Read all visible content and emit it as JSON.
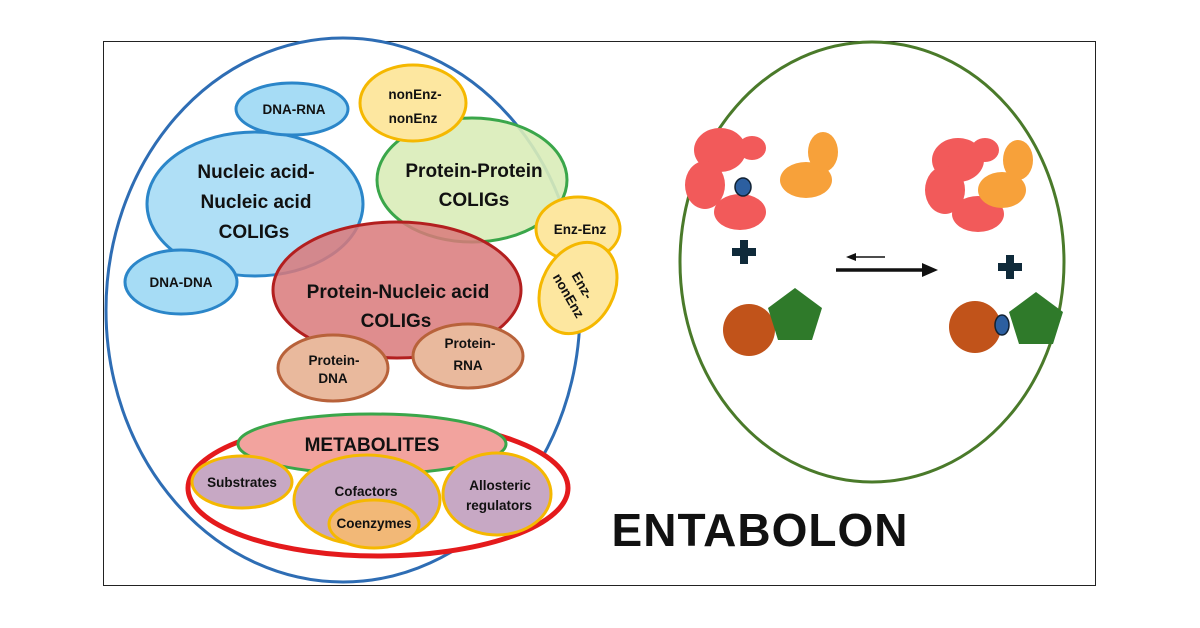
{
  "diagram": {
    "labels": {
      "dna_rna": "DNA-RNA",
      "nonenz_1": "nonEnz-",
      "nonenz_2": "nonEnz",
      "nucleic_1": "Nucleic acid-",
      "nucleic_2": "Nucleic acid",
      "nucleic_3": "COLIGs",
      "protprot_1": "Protein-Protein",
      "protprot_2": "COLIGs",
      "enzenz": "Enz-Enz",
      "enznon_1": "Enz-",
      "enznon_2": "nonEnz",
      "dna_dna": "DNA-DNA",
      "protnuc_1": "Protein-Nucleic acid",
      "protnuc_2": "COLIGs",
      "protdna_1": "Protein-",
      "protdna_2": "DNA",
      "protrna_1": "Protein-",
      "protrna_2": "RNA",
      "metabolites": "METABOLITES",
      "substrates": "Substrates",
      "cofactors": "Cofactors",
      "coenzymes": "Coenzymes",
      "allosteric_1": "Allosteric",
      "allosteric_2": "regulators"
    },
    "title": "ENTABOLON",
    "colors": {
      "outer_circle": "#2e6db4",
      "right_circle": "#4a7a2a",
      "metabolites_ring": "#e41a1c",
      "blue_fill": "#a6dcf5",
      "blue_stroke": "#2b86c9",
      "green_fill": "#d9ecb8",
      "green_stroke": "#3aa64a",
      "yellow_fill": "#fde7a0",
      "yellow_stroke": "#f5b800",
      "red_fill": "#d9797a",
      "red_stroke": "#b31f1f",
      "tan_fill": "#e9b99d",
      "tan_stroke": "#b8623a",
      "pink_fill": "#f2a39e",
      "purple_fill": "#c7a8c4",
      "orange_fill": "#f2b877",
      "protein_red": "#f25a5a",
      "protein_orange": "#f7a13a",
      "ligand_brown": "#c1531a",
      "ligand_green": "#2f7a2a",
      "ligand_blue": "#2c5fa0"
    }
  }
}
